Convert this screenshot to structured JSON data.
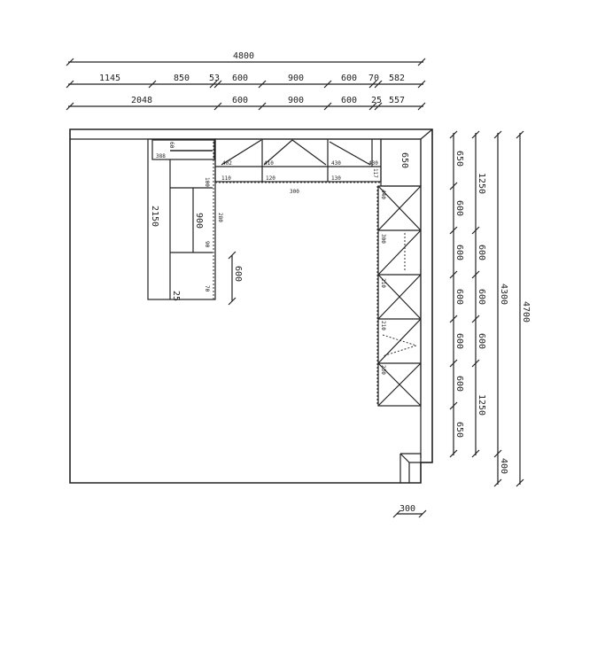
{
  "dimensions_top": {
    "total": "4800",
    "row2": [
      "1145",
      "850",
      "53",
      "600",
      "900",
      "600",
      "70",
      "582"
    ],
    "row3": [
      "2048",
      "600",
      "900",
      "600",
      "25",
      "557"
    ]
  },
  "dimensions_right": {
    "col1": [
      "650",
      "600",
      "600",
      "600",
      "600",
      "600",
      "650"
    ],
    "col2": [
      "1250",
      "600",
      "600",
      "600",
      "1250"
    ],
    "col3": [
      "4300",
      "400"
    ],
    "total": "4700"
  },
  "plan_labels": {
    "left_run_length": "2150",
    "left_cabinet": "900",
    "left_gap": "25",
    "clearance": "600",
    "corner_tall": "650",
    "niche": "300",
    "small": [
      "388",
      "60",
      "402",
      "410",
      "430",
      "430",
      "110",
      "120",
      "130",
      "117",
      "300",
      "100",
      "280",
      "90",
      "70",
      "440",
      "300",
      "210",
      "210",
      "230"
    ]
  }
}
